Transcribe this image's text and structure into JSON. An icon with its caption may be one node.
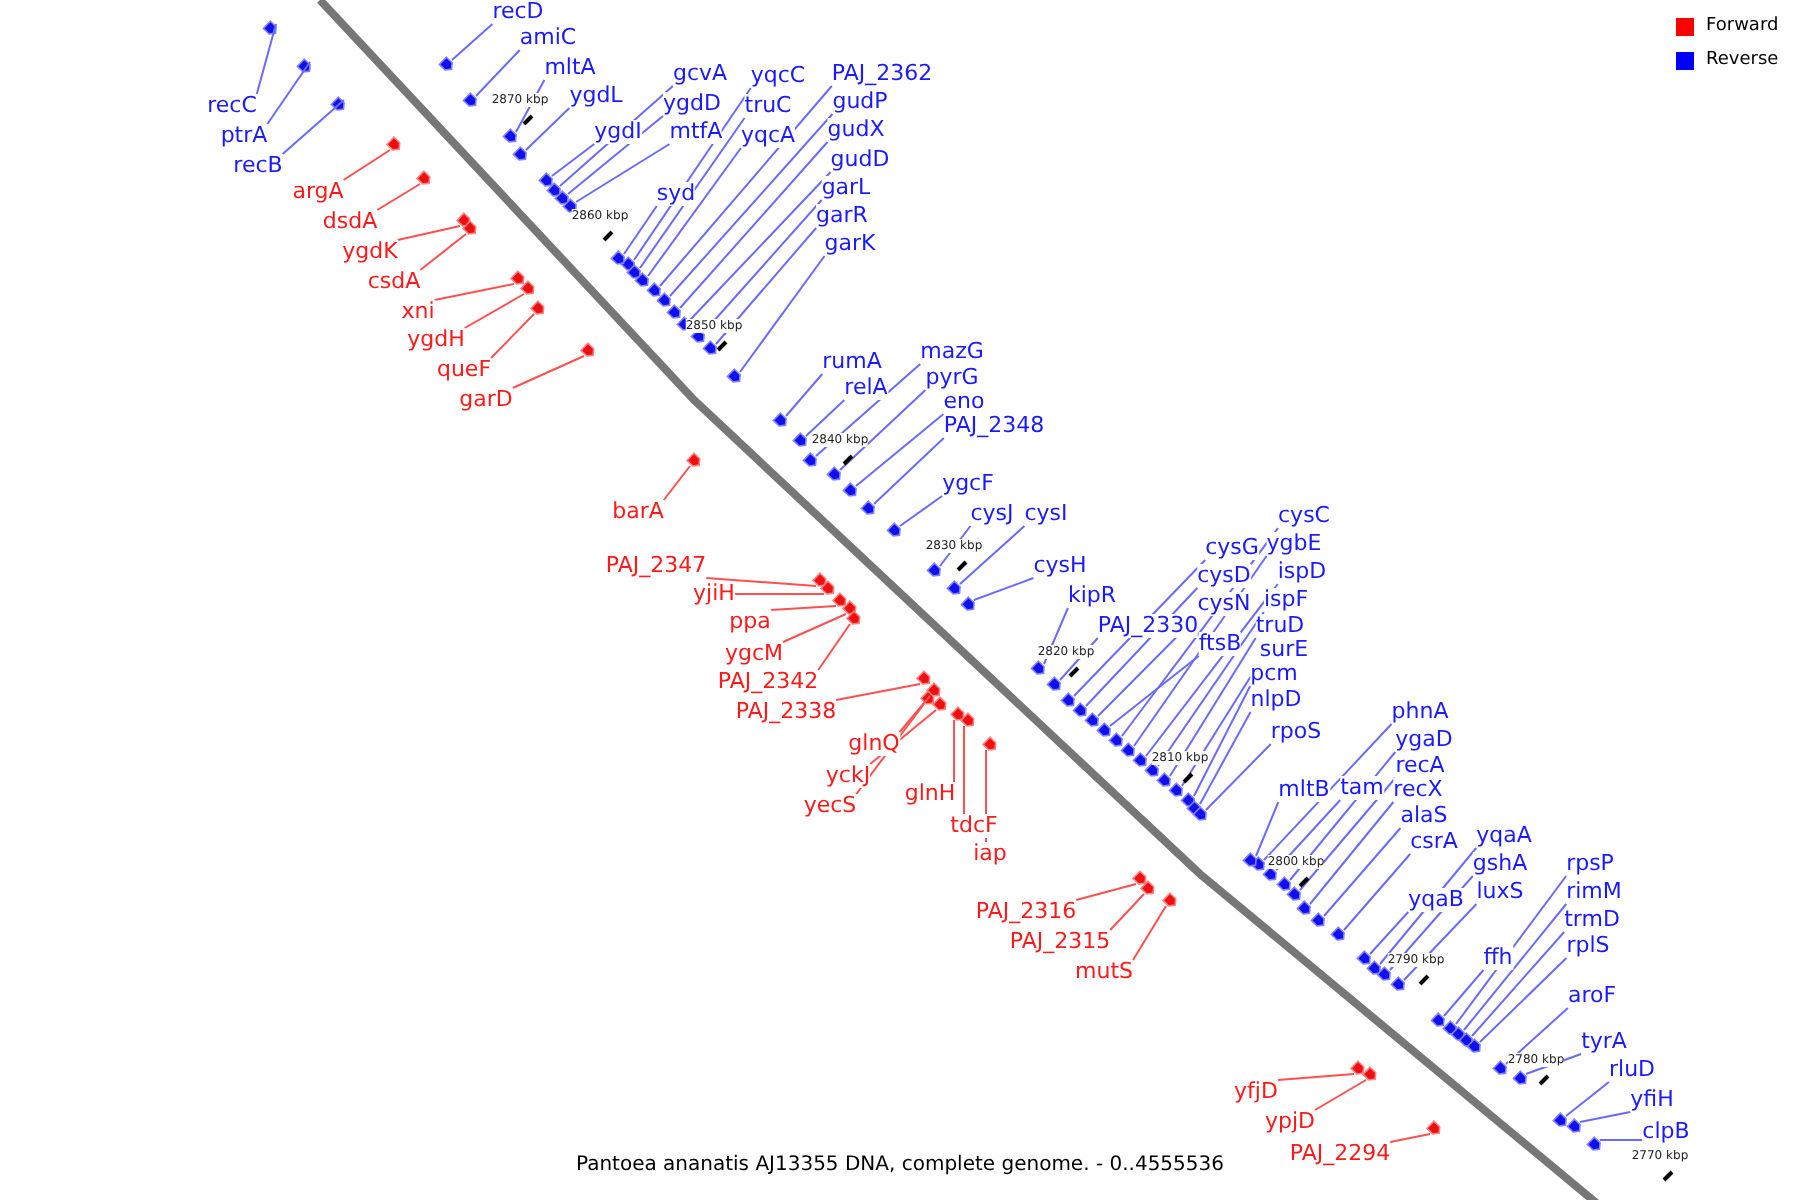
{
  "diagram": {
    "caption": "Pantoea ananatis AJ13355 DNA, complete genome. - 0..4555536",
    "nodes": [
      {
        "text": [
          "recD"
        ]
      },
      {
        "text": [
          "amiC"
        ]
      },
      {
        "text": [
          "mltA"
        ]
      },
      {
        "text": [
          "gcvA"
        ]
      },
      {
        "text": [
          "yqcC"
        ]
      },
      {
        "text": [
          "PAJ_2362"
        ]
      },
      {
        "text": [
          "ygdL"
        ]
      },
      {
        "text": [
          "ygdD"
        ]
      },
      {
        "text": [
          "truC"
        ]
      },
      {
        "text": [
          "gudP"
        ]
      },
      {
        "text": [
          "recC"
        ]
      },
      {
        "text": [
          "ygdI"
        ]
      },
      {
        "text": [
          "mtfA"
        ]
      },
      {
        "text": [
          "yqcA"
        ]
      },
      {
        "text": [
          "gudX"
        ]
      },
      {
        "text": [
          "ptrA"
        ]
      },
      {
        "text": [
          "gudD"
        ]
      },
      {
        "text": [
          "recB"
        ]
      },
      {
        "text": [
          "garL"
        ]
      },
      {
        "text": [
          "argA"
        ]
      },
      {
        "text": [
          "syd"
        ]
      },
      {
        "text": [
          "garR"
        ]
      },
      {
        "text": [
          "dsdA"
        ]
      },
      {
        "text": [
          "garK"
        ]
      },
      {
        "text": [
          "ygdK"
        ]
      },
      {
        "text": [
          "csdA"
        ]
      },
      {
        "text": [
          "xni"
        ]
      },
      {
        "text": [
          "ygdH"
        ]
      },
      {
        "text": [
          "mazG"
        ]
      },
      {
        "text": [
          "rumA"
        ]
      },
      {
        "text": [
          "queF"
        ]
      },
      {
        "text": [
          "pyrG"
        ]
      },
      {
        "text": [
          "relA"
        ]
      },
      {
        "text": [
          "garD"
        ]
      },
      {
        "text": [
          "eno"
        ]
      },
      {
        "text": [
          "PAJ_2348"
        ]
      },
      {
        "text": [
          "ygcF"
        ]
      },
      {
        "text": [
          "barA"
        ]
      },
      {
        "text": [
          "cysC"
        ]
      },
      {
        "text": [
          "cysJ"
        ]
      },
      {
        "text": [
          "cysI"
        ]
      },
      {
        "text": [
          "ygbE"
        ]
      },
      {
        "text": [
          "cysG"
        ]
      },
      {
        "text": [
          "PAJ_2347"
        ]
      },
      {
        "text": [
          "cysH"
        ]
      },
      {
        "text": [
          "ispD"
        ]
      },
      {
        "text": [
          "cysD"
        ]
      },
      {
        "text": [
          "yjiH"
        ]
      },
      {
        "text": [
          "kipR"
        ]
      },
      {
        "text": [
          "ispF"
        ]
      },
      {
        "text": [
          "cysN"
        ]
      },
      {
        "text": [
          "ppa"
        ]
      },
      {
        "text": [
          "PAJ_2330"
        ]
      },
      {
        "text": [
          "truD"
        ]
      },
      {
        "text": [
          "ftsB"
        ]
      },
      {
        "text": [
          "surE"
        ]
      },
      {
        "text": [
          "ygcM"
        ]
      },
      {
        "text": [
          "pcm"
        ]
      },
      {
        "text": [
          "PAJ_2342"
        ]
      },
      {
        "text": [
          "nlpD"
        ]
      },
      {
        "text": [
          "phnA"
        ]
      },
      {
        "text": [
          "PAJ_2338"
        ]
      },
      {
        "text": [
          "rpoS"
        ]
      },
      {
        "text": [
          "ygaD"
        ]
      },
      {
        "text": [
          "glnQ"
        ]
      },
      {
        "text": [
          "recA"
        ]
      },
      {
        "text": [
          "yckJ"
        ]
      },
      {
        "text": [
          "mltB"
        ]
      },
      {
        "text": [
          "tam"
        ]
      },
      {
        "text": [
          "recX"
        ]
      },
      {
        "text": [
          "glnH"
        ]
      },
      {
        "text": [
          "yecS"
        ]
      },
      {
        "text": [
          "alaS"
        ]
      },
      {
        "text": [
          "tdcF"
        ]
      },
      {
        "text": [
          "yqaA"
        ]
      },
      {
        "text": [
          "csrA"
        ]
      },
      {
        "text": [
          "iap"
        ]
      },
      {
        "text": [
          "gshA"
        ]
      },
      {
        "text": [
          "rpsP"
        ]
      },
      {
        "text": [
          "luxS"
        ]
      },
      {
        "text": [
          "rimM"
        ]
      },
      {
        "text": [
          "yqaB"
        ]
      },
      {
        "text": [
          "PAJ_2316"
        ]
      },
      {
        "text": [
          "trmD"
        ]
      },
      {
        "text": [
          "PAJ_2315"
        ]
      },
      {
        "text": [
          "rplS"
        ]
      },
      {
        "text": [
          "ffh"
        ]
      },
      {
        "text": [
          "mutS"
        ]
      },
      {
        "text": [
          "aroF"
        ]
      },
      {
        "text": [
          "tyrA"
        ]
      },
      {
        "text": [
          "rluD"
        ]
      },
      {
        "text": [
          "yfjD"
        ]
      },
      {
        "text": [
          "yfiH"
        ]
      },
      {
        "text": [
          "ypjD"
        ]
      },
      {
        "text": [
          "clpB"
        ]
      },
      {
        "text": [
          "PAJ_2294"
        ]
      },
      {
        "text": [],
        "shape": "box"
      },
      {
        "text": [],
        "shape": "box"
      },
      {
        "text": [],
        "shape": "box"
      },
      {
        "text": [],
        "shape": "box"
      },
      {
        "text": [],
        "shape": "box"
      },
      {
        "text": [],
        "shape": "box"
      },
      {
        "text": [],
        "shape": "box"
      },
      {
        "text": [],
        "shape": "box"
      },
      {
        "text": [],
        "shape": "box"
      },
      {
        "text": [],
        "shape": "box"
      },
      {
        "text": [],
        "shape": "box"
      },
      {
        "text": [],
        "shape": "box"
      },
      {
        "text": [],
        "shape": "box"
      },
      {
        "text": [],
        "shape": "box"
      },
      {
        "text": [],
        "shape": "box"
      },
      {
        "text": [],
        "shape": "box"
      },
      {
        "text": [],
        "shape": "box"
      },
      {
        "text": [],
        "shape": "box"
      },
      {
        "text": [],
        "shape": "box"
      },
      {
        "text": [],
        "shape": "box"
      },
      {
        "text": [],
        "shape": "box"
      },
      {
        "text": [],
        "shape": "box"
      },
      {
        "text": [],
        "shape": "box"
      },
      {
        "text": [],
        "shape": "box"
      },
      {
        "text": [],
        "shape": "box"
      },
      {
        "text": [],
        "shape": "box"
      },
      {
        "text": [],
        "shape": "box"
      },
      {
        "text": [],
        "shape": "box"
      },
      {
        "text": [],
        "shape": "box"
      },
      {
        "text": [],
        "shape": "box"
      },
      {
        "text": [],
        "shape": "box"
      },
      {
        "text": [],
        "shape": "box"
      },
      {
        "text": [],
        "shape": "box"
      },
      {
        "text": [],
        "shape": "box"
      },
      {
        "text": [],
        "shape": "box"
      },
      {
        "text": [],
        "shape": "box"
      },
      {
        "text": [],
        "shape": "box"
      },
      {
        "text": [],
        "shape": "box"
      },
      {
        "text": [],
        "shape": "box"
      },
      {
        "text": [],
        "shape": "box"
      },
      {
        "text": [],
        "shape": "box"
      },
      {
        "text": [],
        "shape": "box"
      },
      {
        "text": [],
        "shape": "box"
      },
      {
        "text": [],
        "shape": "box"
      },
      {
        "text": [],
        "shape": "box"
      },
      {
        "text": [],
        "shape": "box"
      },
      {
        "text": [],
        "shape": "box"
      },
      {
        "text": [],
        "shape": "box"
      },
      {
        "text": [],
        "shape": "box"
      },
      {
        "text": [],
        "shape": "box"
      },
      {
        "text": [],
        "shape": "box"
      },
      {
        "text": [],
        "shape": "box"
      },
      {
        "text": [],
        "shape": "box"
      },
      {
        "text": [],
        "shape": "box"
      },
      {
        "text": [],
        "shape": "box"
      },
      {
        "text": [],
        "shape": "box"
      },
      {
        "text": [],
        "shape": "box"
      },
      {
        "text": [],
        "shape": "box"
      },
      {
        "text": [],
        "shape": "box"
      },
      {
        "text": [],
        "shape": "box"
      },
      {
        "text": [],
        "shape": "box"
      },
      {
        "text": [],
        "shape": "box"
      },
      {
        "text": [],
        "shape": "box"
      },
      {
        "text": [],
        "shape": "box"
      },
      {
        "text": [],
        "shape": "box"
      },
      {
        "text": [],
        "shape": "box"
      },
      {
        "text": [],
        "shape": "box"
      },
      {
        "text": [],
        "shape": "box"
      },
      {
        "text": [],
        "shape": "box"
      },
      {
        "text": [],
        "shape": "box"
      },
      {
        "text": [],
        "shape": "box"
      },
      {
        "text": [],
        "shape": "box"
      },
      {
        "text": [],
        "shape": "box"
      },
      {
        "text": [],
        "shape": "box"
      },
      {
        "text": [],
        "shape": "box"
      },
      {
        "text": [],
        "shape": "box"
      },
      {
        "text": [],
        "shape": "box"
      },
      {
        "text": [],
        "shape": "box"
      },
      {
        "text": [],
        "shape": "box"
      },
      {
        "text": [],
        "shape": "box"
      },
      {
        "text": [],
        "shape": "box"
      },
      {
        "text": [],
        "shape": "box"
      },
      {
        "text": [],
        "shape": "box"
      },
      {
        "text": [],
        "shape": "box"
      },
      {
        "text": [],
        "shape": "box"
      },
      {
        "text": [],
        "shape": "box"
      },
      {
        "text": [],
        "shape": "box"
      },
      {
        "text": [],
        "shape": "box"
      },
      {
        "text": [],
        "shape": "box"
      },
      {
        "text": [],
        "shape": "box"
      },
      {
        "text": [],
        "shape": "box"
      },
      {
        "text": [],
        "shape": "box"
      },
      {
        "text": [],
        "shape": "box"
      },
      {
        "text": [],
        "shape": "box"
      },
      {
        "text": [],
        "shape": "box"
      },
      {
        "text": [],
        "shape": "box"
      }
    ],
    "edges": [
      {
        "from": 0,
        "to": 96,
        "arrow": "none"
      },
      {
        "from": 1,
        "to": 97,
        "arrow": "none"
      },
      {
        "from": 2,
        "to": 98,
        "arrow": "none"
      },
      {
        "from": 3,
        "to": 99,
        "arrow": "none"
      },
      {
        "from": 4,
        "to": 100,
        "arrow": "none"
      },
      {
        "from": 5,
        "to": 101,
        "arrow": "none"
      },
      {
        "from": 6,
        "to": 102,
        "arrow": "none"
      },
      {
        "from": 7,
        "to": 103,
        "arrow": "none"
      },
      {
        "from": 8,
        "to": 104,
        "arrow": "none"
      },
      {
        "from": 9,
        "to": 105,
        "arrow": "none"
      },
      {
        "from": 10,
        "to": 106,
        "arrow": "none"
      },
      {
        "from": 11,
        "to": 107,
        "arrow": "none"
      },
      {
        "from": 12,
        "to": 108,
        "arrow": "none"
      },
      {
        "from": 13,
        "to": 109,
        "arrow": "none"
      },
      {
        "from": 14,
        "to": 110,
        "arrow": "none"
      },
      {
        "from": 15,
        "to": 111,
        "arrow": "none"
      },
      {
        "from": 16,
        "to": 112,
        "arrow": "none"
      },
      {
        "from": 17,
        "to": 113,
        "arrow": "none"
      },
      {
        "from": 18,
        "to": 114,
        "arrow": "none"
      },
      {
        "from": 19,
        "to": 115,
        "arrow": "none",
        "color": "#ff5050"
      },
      {
        "from": 20,
        "to": 116,
        "arrow": "none"
      },
      {
        "from": 21,
        "to": 117,
        "arrow": "none"
      },
      {
        "from": 22,
        "to": 118,
        "arrow": "none",
        "color": "#ff5050"
      },
      {
        "from": 23,
        "to": 119,
        "arrow": "none"
      },
      {
        "from": 24,
        "to": 120,
        "arrow": "none",
        "color": "#ff5050"
      },
      {
        "from": 25,
        "to": 121,
        "arrow": "none",
        "color": "#ff5050"
      },
      {
        "from": 26,
        "to": 122,
        "arrow": "none",
        "color": "#ff5050"
      },
      {
        "from": 27,
        "to": 123,
        "arrow": "none",
        "color": "#ff5050"
      },
      {
        "from": 28,
        "to": 124,
        "arrow": "none"
      },
      {
        "from": 29,
        "to": 125,
        "arrow": "none"
      },
      {
        "from": 30,
        "to": 126,
        "arrow": "none",
        "color": "#ff5050"
      },
      {
        "from": 31,
        "to": 127,
        "arrow": "none"
      },
      {
        "from": 32,
        "to": 128,
        "arrow": "none"
      },
      {
        "from": 33,
        "to": 129,
        "arrow": "none",
        "color": "#ff5050"
      },
      {
        "from": 34,
        "to": 130,
        "arrow": "none"
      },
      {
        "from": 35,
        "to": 131,
        "arrow": "none"
      },
      {
        "from": 36,
        "to": 132,
        "arrow": "none"
      },
      {
        "from": 37,
        "to": 133,
        "arrow": "none",
        "color": "#ff5050"
      },
      {
        "from": 38,
        "to": 134,
        "arrow": "none"
      },
      {
        "from": 39,
        "to": 135,
        "arrow": "none"
      },
      {
        "from": 40,
        "to": 136,
        "arrow": "none"
      },
      {
        "from": 41,
        "to": 137,
        "arrow": "none"
      },
      {
        "from": 42,
        "to": 138,
        "arrow": "none"
      },
      {
        "from": 43,
        "to": 139,
        "arrow": "none",
        "color": "#ff5050"
      },
      {
        "from": 44,
        "to": 140,
        "arrow": "none"
      },
      {
        "from": 45,
        "to": 141,
        "arrow": "none"
      },
      {
        "from": 46,
        "to": 142,
        "arrow": "none"
      },
      {
        "from": 47,
        "to": 143,
        "arrow": "none",
        "color": "#ff5050"
      },
      {
        "from": 48,
        "to": 144,
        "arrow": "none"
      },
      {
        "from": 49,
        "to": 145,
        "arrow": "none"
      },
      {
        "from": 50,
        "to": 146,
        "arrow": "none"
      },
      {
        "from": 51,
        "to": 147,
        "arrow": "none",
        "color": "#ff5050"
      },
      {
        "from": 52,
        "to": 148,
        "arrow": "none"
      },
      {
        "from": 53,
        "to": 149,
        "arrow": "none"
      },
      {
        "from": 54,
        "to": 150,
        "arrow": "none"
      },
      {
        "from": 55,
        "to": 151,
        "arrow": "none"
      },
      {
        "from": 56,
        "to": 152,
        "arrow": "none",
        "color": "#ff5050"
      },
      {
        "from": 57,
        "to": 153,
        "arrow": "none"
      },
      {
        "from": 58,
        "to": 154,
        "arrow": "none",
        "color": "#ff5050"
      },
      {
        "from": 59,
        "to": 155,
        "arrow": "none"
      },
      {
        "from": 60,
        "to": 156,
        "arrow": "none"
      },
      {
        "from": 61,
        "to": 157,
        "arrow": "none",
        "color": "#ff5050"
      },
      {
        "from": 62,
        "to": 158,
        "arrow": "none"
      },
      {
        "from": 63,
        "to": 159,
        "arrow": "none"
      },
      {
        "from": 64,
        "to": 160,
        "arrow": "none",
        "color": "#ff5050"
      },
      {
        "from": 65,
        "to": 161,
        "arrow": "none"
      },
      {
        "from": 66,
        "to": 162,
        "arrow": "none",
        "color": "#ff5050"
      },
      {
        "from": 67,
        "to": 163,
        "arrow": "none"
      },
      {
        "from": 68,
        "to": 164,
        "arrow": "none"
      },
      {
        "from": 69,
        "to": 165,
        "arrow": "none"
      },
      {
        "from": 70,
        "to": 166,
        "arrow": "none",
        "color": "#ff5050"
      },
      {
        "from": 71,
        "to": 167,
        "arrow": "none",
        "color": "#ff5050"
      },
      {
        "from": 72,
        "to": 168,
        "arrow": "none"
      },
      {
        "from": 73,
        "to": 169,
        "arrow": "none",
        "color": "#ff5050"
      },
      {
        "from": 74,
        "to": 170,
        "arrow": "none"
      },
      {
        "from": 75,
        "to": 171,
        "arrow": "none"
      },
      {
        "from": 76,
        "to": 172,
        "arrow": "none",
        "color": "#ff5050"
      },
      {
        "from": 77,
        "to": 173,
        "arrow": "none"
      },
      {
        "from": 78,
        "to": 174,
        "arrow": "none"
      },
      {
        "from": 79,
        "to": 175,
        "arrow": "none"
      },
      {
        "from": 80,
        "to": 176,
        "arrow": "none"
      },
      {
        "from": 81,
        "to": 177,
        "arrow": "none"
      },
      {
        "from": 82,
        "to": 178,
        "arrow": "none",
        "color": "#ff5050"
      },
      {
        "from": 83,
        "to": 179,
        "arrow": "none"
      },
      {
        "from": 84,
        "to": 180,
        "arrow": "none",
        "color": "#ff5050"
      },
      {
        "from": 85,
        "to": 181,
        "arrow": "none"
      },
      {
        "from": 86,
        "to": 182,
        "arrow": "none"
      },
      {
        "from": 87,
        "to": 183,
        "arrow": "none",
        "color": "#ff5050"
      },
      {
        "from": 88,
        "to": 184,
        "arrow": "none"
      },
      {
        "from": 89,
        "to": 185,
        "arrow": "none"
      },
      {
        "from": 90,
        "to": 186,
        "arrow": "none"
      },
      {
        "from": 91,
        "to": 187,
        "arrow": "none",
        "color": "#ff5050"
      },
      {
        "from": 92,
        "to": 188,
        "arrow": "none"
      },
      {
        "from": 93,
        "to": 189,
        "arrow": "none",
        "color": "#ff5050"
      },
      {
        "from": 94,
        "to": 190,
        "arrow": "none"
      },
      {
        "from": 95,
        "to": 191,
        "arrow": "none",
        "color": "#ff5050"
      }
    ],
    "labels": [
      "2870 kbp",
      "2860 kbp",
      "2850 kbp",
      "2840 kbp",
      "2830 kbp",
      "2820 kbp",
      "2810 kbp",
      "2800 kbp",
      "2790 kbp",
      "2780 kbp",
      "2770 kbp"
    ],
    "legend": [
      {
        "text": "Forward",
        "color": "#ff0000"
      },
      {
        "text": "Reverse",
        "color": "#0000ff"
      }
    ]
  }
}
